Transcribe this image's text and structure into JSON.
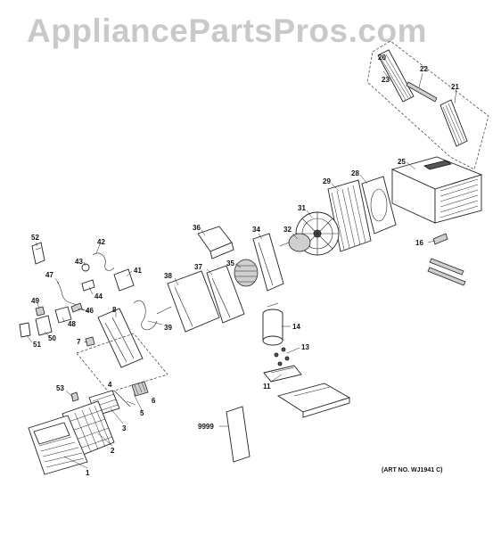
{
  "watermark": "AppliancePartsPros.com",
  "art_number": "(ART NO. WJ1941 C)",
  "callouts": [
    {
      "id": "1",
      "label": "1"
    },
    {
      "id": "2",
      "label": "2"
    },
    {
      "id": "3",
      "label": "3"
    },
    {
      "id": "4",
      "label": "4"
    },
    {
      "id": "5",
      "label": "5"
    },
    {
      "id": "6",
      "label": "6"
    },
    {
      "id": "7",
      "label": "7"
    },
    {
      "id": "8",
      "label": "8"
    },
    {
      "id": "11",
      "label": "11"
    },
    {
      "id": "13",
      "label": "13"
    },
    {
      "id": "14",
      "label": "14"
    },
    {
      "id": "16",
      "label": "16"
    },
    {
      "id": "20",
      "label": "20"
    },
    {
      "id": "21",
      "label": "21"
    },
    {
      "id": "22",
      "label": "22"
    },
    {
      "id": "23",
      "label": "23"
    },
    {
      "id": "25",
      "label": "25"
    },
    {
      "id": "28",
      "label": "28"
    },
    {
      "id": "29",
      "label": "29"
    },
    {
      "id": "31",
      "label": "31"
    },
    {
      "id": "32",
      "label": "32"
    },
    {
      "id": "34",
      "label": "34"
    },
    {
      "id": "35",
      "label": "35"
    },
    {
      "id": "36",
      "label": "36"
    },
    {
      "id": "37",
      "label": "37"
    },
    {
      "id": "38",
      "label": "38"
    },
    {
      "id": "39",
      "label": "39"
    },
    {
      "id": "41",
      "label": "41"
    },
    {
      "id": "42",
      "label": "42"
    },
    {
      "id": "43",
      "label": "43"
    },
    {
      "id": "44",
      "label": "44"
    },
    {
      "id": "46",
      "label": "46"
    },
    {
      "id": "47",
      "label": "47"
    },
    {
      "id": "48",
      "label": "48"
    },
    {
      "id": "49",
      "label": "49"
    },
    {
      "id": "50",
      "label": "50"
    },
    {
      "id": "51",
      "label": "51"
    },
    {
      "id": "52",
      "label": "52"
    },
    {
      "id": "53",
      "label": "53"
    },
    {
      "id": "9999",
      "label": "9999"
    }
  ]
}
